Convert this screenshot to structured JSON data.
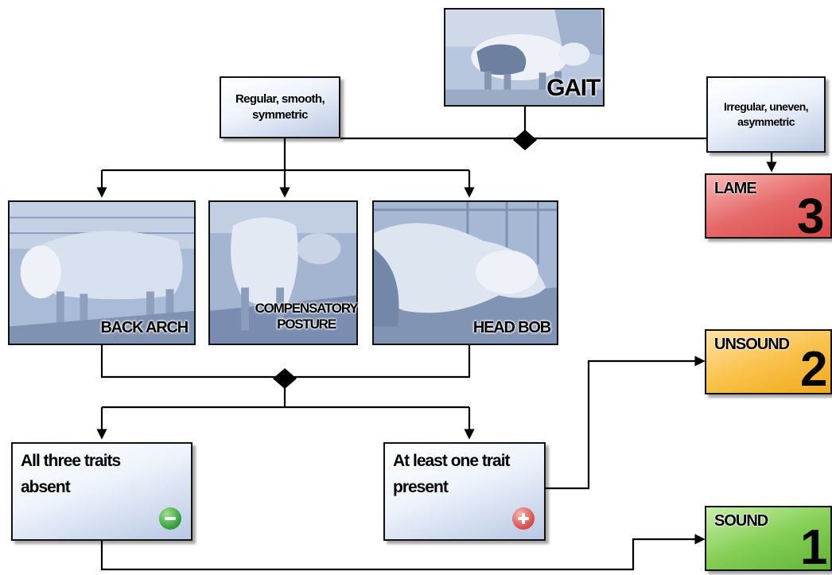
{
  "diagram": {
    "gait": {
      "label": "GAIT"
    },
    "branches": {
      "regular": {
        "line1": "Regular, smooth,",
        "line2": "symmetric"
      },
      "irregular": {
        "line1": "Irregular, uneven,",
        "line2": "asymmetric"
      }
    },
    "traits": {
      "back_arch": {
        "label": "BACK ARCH"
      },
      "compensatory": {
        "line1": "COMPENSATORY",
        "line2": "POSTURE"
      },
      "head_bob": {
        "label": "HEAD BOB"
      }
    },
    "outcomes": {
      "absent": {
        "line1": "All three traits",
        "line2": "absent",
        "sign": "minus"
      },
      "present": {
        "line1": "At least one trait",
        "line2": "present",
        "sign": "plus"
      }
    },
    "scores": {
      "lame": {
        "name": "LAME",
        "number": "3",
        "color": "#e25a5a"
      },
      "unsound": {
        "name": "UNSOUND",
        "number": "2",
        "color": "#f6b531"
      },
      "sound": {
        "name": "SOUND",
        "number": "1",
        "color": "#6cbf3e"
      }
    }
  }
}
